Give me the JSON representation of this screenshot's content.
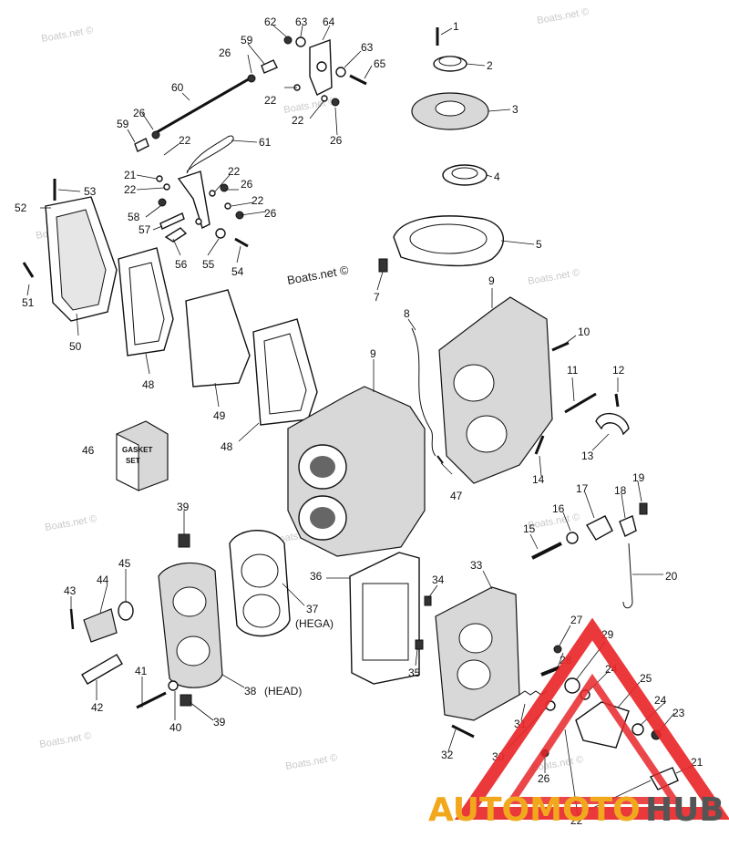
{
  "watermarks": [
    "Boats.net ©",
    "Boats.net ©",
    "Boats.net ©",
    "Boats.net ©",
    "Boats.net ©",
    "Boats.net ©",
    "Boats.net ©",
    "Boats.net ©",
    "Boats.net ©",
    "Boats.net ©",
    "Boats.net ©"
  ],
  "watermark_center": "Boats.net ©",
  "logo": {
    "text_a": "AUTOMOTO",
    "text_b": "HUB",
    "color_a": "#f2a81d",
    "color_b": "#555555",
    "triangle_color": "#e8272a"
  },
  "gasket_box": [
    "GASKET",
    "SET"
  ],
  "labels": {
    "p1": "1",
    "p2": "2",
    "p3": "3",
    "p4": "4",
    "p5": "5",
    "p7": "7",
    "p8": "8",
    "p9a": "9",
    "p9b": "9",
    "p10": "10",
    "p11": "11",
    "p12": "12",
    "p13": "13",
    "p14": "14",
    "p15": "15",
    "p16": "16",
    "p17": "17",
    "p18": "18",
    "p19": "19",
    "p20": "20",
    "p21a": "21",
    "p21b": "21",
    "p22a": "22",
    "p22b": "22",
    "p22c": "22",
    "p22d": "22",
    "p22e": "22",
    "p22f": "22",
    "p22g": "22",
    "p23": "23",
    "p24a": "24",
    "p24b": "24",
    "p25": "25",
    "p26a": "26",
    "p26b": "26",
    "p26c": "26",
    "p26d": "26",
    "p26e": "26",
    "p26f": "26",
    "p27": "27",
    "p28": "28",
    "p29": "29",
    "p30": "30",
    "p31": "31",
    "p32": "32",
    "p33": "33",
    "p34": "34",
    "p35": "35",
    "p36": "36",
    "p37": "37",
    "p37n": "(HEGA)",
    "p38": "38",
    "p38n": "(HEAD)",
    "p39a": "39",
    "p39b": "39",
    "p40": "40",
    "p41": "41",
    "p42": "42",
    "p43": "43",
    "p44": "44",
    "p45": "45",
    "p46": "46",
    "p47": "47",
    "p48a": "48",
    "p48b": "48",
    "p49": "49",
    "p50": "50",
    "p51": "51",
    "p52": "52",
    "p53": "53",
    "p54": "54",
    "p55": "55",
    "p56": "56",
    "p57": "57",
    "p58": "58",
    "p59a": "59",
    "p59b": "59",
    "p60": "60",
    "p61": "61",
    "p62": "62",
    "p63a": "63",
    "p63b": "63",
    "p64": "64",
    "p65": "65"
  }
}
